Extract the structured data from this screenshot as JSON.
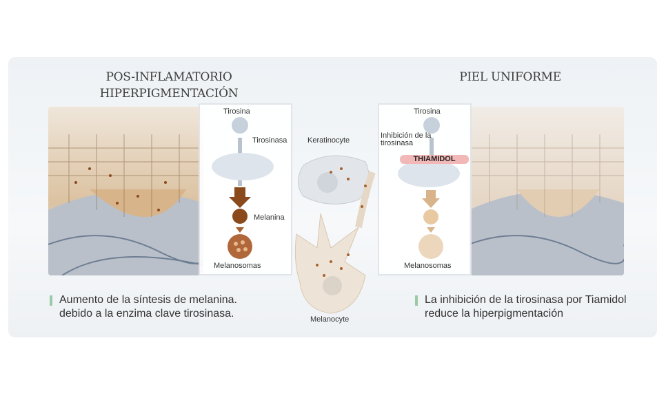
{
  "left": {
    "title_line1": "POS-INFLAMATORIO",
    "title_line2": "HIPERPIGMENTACIÓN",
    "box": {
      "tirosina": "Tirosina",
      "tirosinasa": "Tirosinasa",
      "melanina": "Melanina",
      "melanosomas": "Melanosomas"
    },
    "caption_line1": "Aumento de la síntesis de melanina.",
    "caption_line2": "debido a la enzima clave tirosinasa."
  },
  "center": {
    "keratinocyte": "Keratinocyte",
    "melanocyte": "Melanocyte"
  },
  "right": {
    "title": "PIEL UNIFORME",
    "box": {
      "tirosina": "Tirosina",
      "inhibicion_line1": "Inhibición de la",
      "inhibicion_line2": "tirosinasa",
      "thiamidol": "THIAMIDOL",
      "melanosomas": "Melanosomas"
    },
    "caption_line1": "La inhibición de la tirosinasa por Tiamidol",
    "caption_line2": "reduce la hiperpigmentación"
  },
  "colors": {
    "melanin_dark": "#8a4a1c",
    "melanin_light": "#d9b48a",
    "accent_bar": "#9ccaa7",
    "thiamidol_bg": "#f2b8b8"
  }
}
